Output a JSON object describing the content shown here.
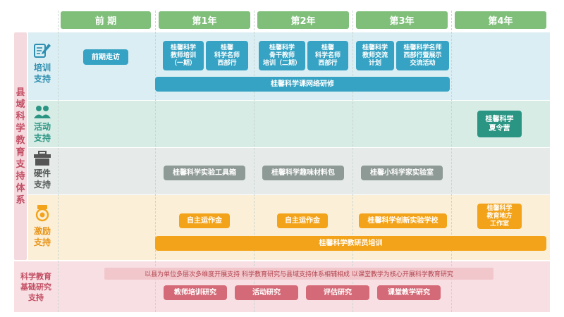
{
  "colors": {
    "header": "#7fbf7a",
    "band_training": "#dbeef3",
    "band_activity": "#d7ece5",
    "band_hardware": "#e6ebea",
    "band_incentive": "#fcefd7",
    "band_research": "#f8dfe3",
    "blue": "#36a3c4",
    "teal": "#2b9583",
    "gray": "#8e9a96",
    "orange": "#f3a319",
    "red": "#d46a77"
  },
  "headers": [
    "前 期",
    "第1年",
    "第2年",
    "第3年",
    "第4年"
  ],
  "side_title": "县域科学教育支持体系",
  "categories": {
    "training": {
      "label": "培训\n支持",
      "icon": "pen-paper-icon"
    },
    "activity": {
      "label": "活动\n支持",
      "icon": "people-icon"
    },
    "hardware": {
      "label": "硬件\n支持",
      "icon": "toolbox-icon"
    },
    "incentive": {
      "label": "激励\n支持",
      "icon": "award-medal-icon"
    }
  },
  "research_title": "科学教育\n基础研究\n支持",
  "training": {
    "pre_visit": "前期走访",
    "y1_a": "桂馨科学\n教师培训\n（一期）",
    "y1_b": "桂馨\n科学名师\n西部行",
    "y2_a": "桂馨科学\n骨干教师\n培训（二期）",
    "y2_b": "桂馨\n科学名师\n西部行",
    "y3_a": "桂馨科学\n教师交流\n计划",
    "y3_b": "桂馨科学名师\n西部行暨展示\n交流活动",
    "network": "桂馨科学课网络研修"
  },
  "activity": {
    "summer_camp": "桂馨科学\n夏令营"
  },
  "hardware": {
    "y1": "桂馨科学实验工具箱",
    "y2": "桂馨科学趣味材料包",
    "y3": "桂馨小科学家实验室"
  },
  "incentive": {
    "y1": "自主运作金",
    "y2": "自主运作金",
    "y3": "桂馨科学创新实验学校",
    "y4": "桂馨科学\n教育地方\n工作室",
    "researcher": "桂馨科学教研员培训"
  },
  "research": {
    "banner": "以县为单位多层次多维度开展支持  科学教育研究与县域支持体系相辅相成  以课堂教学为核心开展科学教育研究",
    "items": [
      "教师培训研究",
      "活动研究",
      "评估研究",
      "课堂教学研究"
    ]
  }
}
